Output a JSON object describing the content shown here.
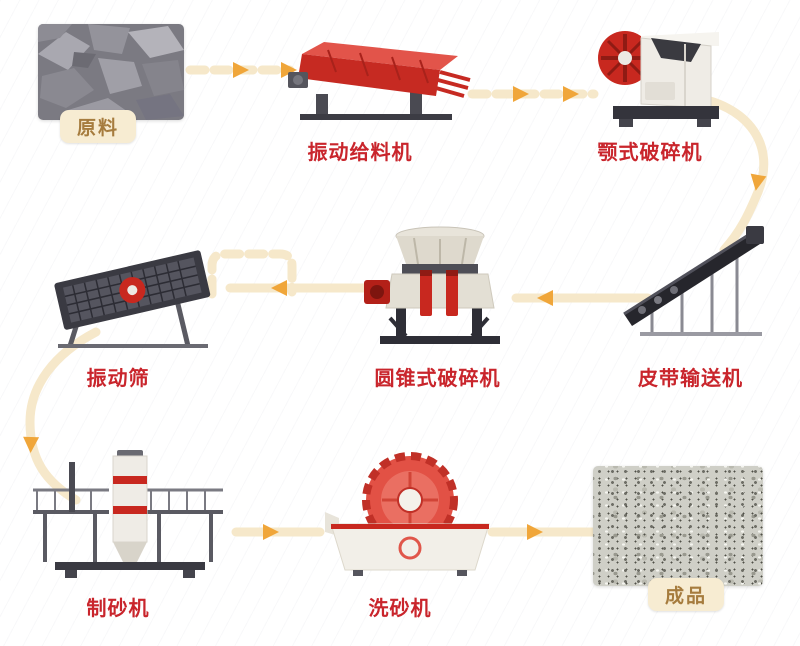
{
  "diagram": {
    "type": "process-flow",
    "sequence": [
      "原料",
      "振动给料机",
      "颚式破碎机",
      "皮带输送机",
      "圆锥式破碎机",
      "振动筛",
      "制砂机",
      "洗砂机",
      "成品"
    ],
    "recirculation": {
      "from": "振动筛",
      "to": "圆锥式破碎机"
    }
  },
  "labels": {
    "raw": "原料",
    "feeder": "振动给料机",
    "jaw": "颚式破碎机",
    "belt": "皮带输送机",
    "cone": "圆锥式破碎机",
    "screen": "振动筛",
    "sand_maker": "制砂机",
    "washer": "洗砂机",
    "product": "成品"
  },
  "colors": {
    "label_red": "#c9252c",
    "badge_text": "#a67c3e",
    "badge_bg": "#f7ecd2",
    "path_cream": "#f6e8ca",
    "arrow_orange": "#f0a63a",
    "machine_red": "#c8281f",
    "background": "#ffffff"
  }
}
